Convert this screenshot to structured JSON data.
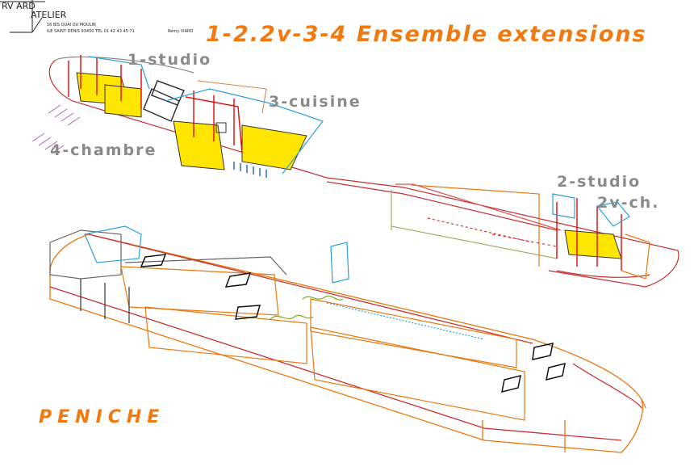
{
  "logo": {
    "mark_top": "RV  ARD",
    "mark_bottom": "ATELIER",
    "address_line1": "16 BIS QUAI DU MOULIN",
    "address_line2": "ILE SAINT DENIS 93450  TEL 01 42 43 45 71",
    "signature": "Rémy VIARD"
  },
  "title": "1-2.2v-3-4 Ensemble extensions",
  "labels": {
    "studio1": "1-studio",
    "cuisine": "3-cuisine",
    "chambre": "4-chambre",
    "studio2": "2-studio",
    "ch2v": "2v-ch."
  },
  "footer_label": "PENICHE",
  "colors": {
    "accent_orange": "#f07a10",
    "hull_orange": "#e8780e",
    "wall_red": "#e01818",
    "floor_yellow": "#ffe600",
    "glass_blue": "#2aa0d8",
    "label_gray": "#8a8a8a"
  }
}
